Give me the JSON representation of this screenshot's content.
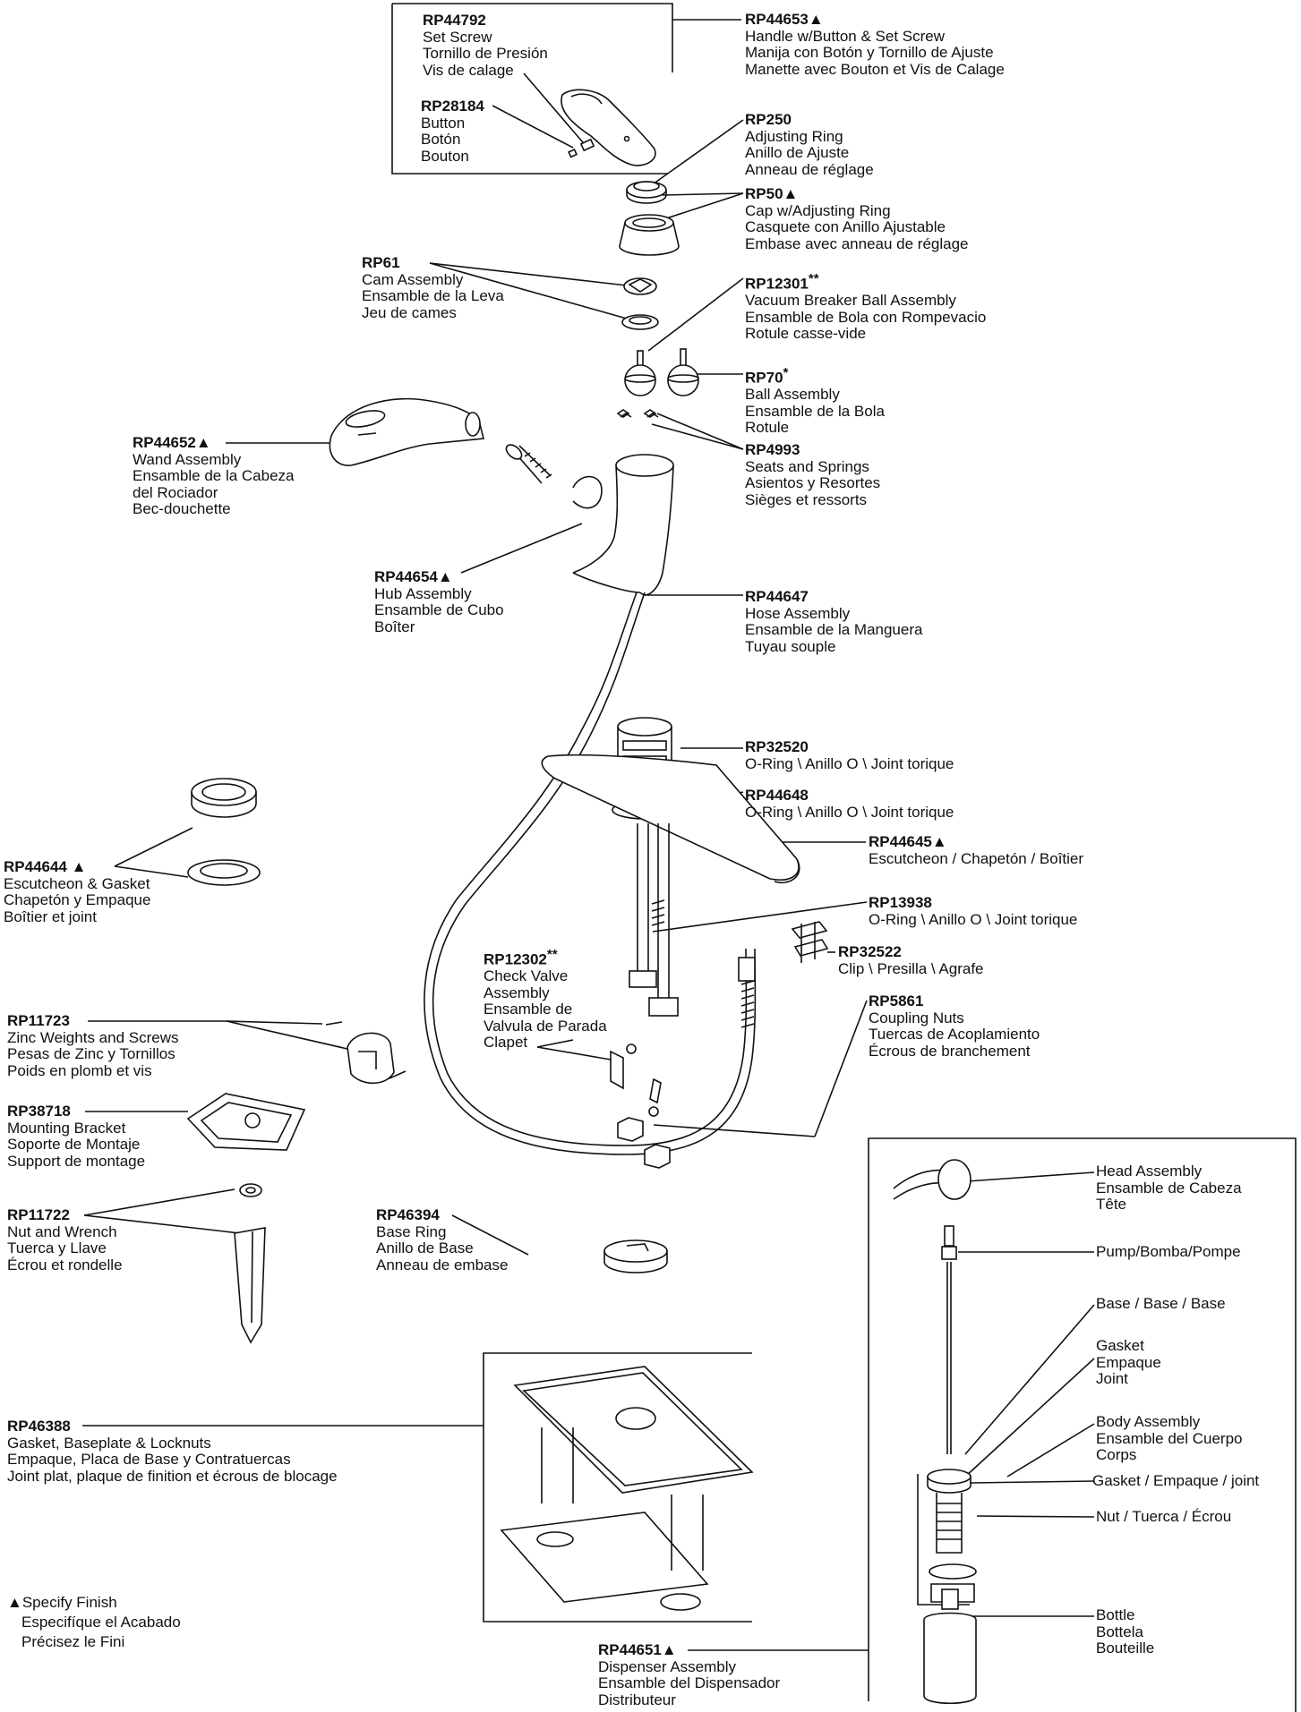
{
  "labels": {
    "rp44792": {
      "pn": "RP44792",
      "l1": "Set Screw",
      "l2": "Tornillo de Presión",
      "l3": "Vis de calage"
    },
    "rp28184": {
      "pn": "RP28184",
      "l1": "Button",
      "l2": "Botón",
      "l3": "Bouton"
    },
    "rp44653": {
      "pn": "RP44653▲",
      "l1": "Handle w/Button & Set Screw",
      "l2": "Manija con Botón y Tornillo de Ajuste",
      "l3": "Manette avec Bouton et Vis de Calage"
    },
    "rp250": {
      "pn": "RP250",
      "l1": "Adjusting Ring",
      "l2": "Anillo de Ajuste",
      "l3": "Anneau de réglage"
    },
    "rp50": {
      "pn": "RP50▲",
      "l1": "Cap w/Adjusting Ring",
      "l2": "Casquete con Anillo Ajustable",
      "l3": "Embase avec anneau de réglage"
    },
    "rp61": {
      "pn": "RP61",
      "l1": "Cam Assembly",
      "l2": "Ensamble de la Leva",
      "l3": "Jeu de cames"
    },
    "rp12301": {
      "pn": "RP12301",
      "mark": "**",
      "l1": "Vacuum Breaker Ball Assembly",
      "l2": "Ensamble de Bola con Rompevacio",
      "l3": "Rotule casse-vide"
    },
    "rp70": {
      "pn": "RP70",
      "mark": "*",
      "l1": "Ball Assembly",
      "l2": "Ensamble de la Bola",
      "l3": "Rotule"
    },
    "rp4993": {
      "pn": "RP4993",
      "l1": "Seats and Springs",
      "l2": "Asientos y Resortes",
      "l3": "Sièges et ressorts"
    },
    "rp44652": {
      "pn": "RP44652▲",
      "l1": "Wand Assembly",
      "l2": "Ensamble de la Cabeza",
      "l3": "del Rociador",
      "l4": "Bec-douchette"
    },
    "rp44654": {
      "pn": "RP44654▲",
      "l1": "Hub Assembly",
      "l2": "Ensamble de Cubo",
      "l3": "Boîter"
    },
    "rp44647": {
      "pn": "RP44647",
      "l1": "Hose Assembly",
      "l2": "Ensamble de la Manguera",
      "l3": "Tuyau souple"
    },
    "rp32520": {
      "pn": "RP32520",
      "l1": "O-Ring \\ Anillo O \\ Joint torique"
    },
    "rp44648": {
      "pn": "RP44648",
      "l1": "O-Ring \\ Anillo O \\ Joint torique"
    },
    "rp44645": {
      "pn": "RP44645▲",
      "l1": "Escutcheon / Chapetón / Boîtier"
    },
    "rp44644": {
      "pn": "RP44644 ▲",
      "l1": "Escutcheon & Gasket",
      "l2": "Chapetón y Empaque",
      "l3": "Boîtier et joint"
    },
    "rp13938": {
      "pn": "RP13938",
      "l1": "O-Ring \\ Anillo O \\ Joint torique"
    },
    "rp32522": {
      "pn": "RP32522",
      "l1": "Clip \\ Presilla \\ Agrafe"
    },
    "rp12302": {
      "pn": "RP12302",
      "mark": "**",
      "l1": "Check Valve",
      "l2": "Assembly",
      "l3": "Ensamble de",
      "l4": "Valvula de Parada",
      "l5": "Clapet"
    },
    "rp5861": {
      "pn": "RP5861",
      "l1": "Coupling Nuts",
      "l2": "Tuercas de Acoplamiento",
      "l3": "Écrous de branchement"
    },
    "rp11723": {
      "pn": "RP11723",
      "l1": "Zinc Weights and Screws",
      "l2": "Pesas de Zinc y Tornillos",
      "l3": "Poids en plomb et vis"
    },
    "rp38718": {
      "pn": "RP38718",
      "l1": "Mounting Bracket",
      "l2": "Soporte de Montaje",
      "l3": "Support de montage"
    },
    "rp11722": {
      "pn": "RP11722",
      "l1": "Nut and Wrench",
      "l2": "Tuerca y Llave",
      "l3": "Écrou et rondelle"
    },
    "rp46394": {
      "pn": "RP46394",
      "l1": "Base Ring",
      "l2": "Anillo de Base",
      "l3": "Anneau de embase"
    },
    "rp46388": {
      "pn": "RP46388",
      "l1": "Gasket, Baseplate & Locknuts",
      "l2": "Empaque, Placa de Base y Contratuercas",
      "l3": "Joint plat, plaque de finition et écrous de blocage"
    },
    "rp44651": {
      "pn": "RP44651▲",
      "l1": "Dispenser Assembly",
      "l2": "Ensamble del Dispensador",
      "l3": "Distributeur"
    },
    "disp_head": {
      "l1": "Head Assembly",
      "l2": "Ensamble de Cabeza",
      "l3": "Tête"
    },
    "disp_pump": {
      "l1": "Pump/Bomba/Pompe"
    },
    "disp_base": {
      "l1": "Base / Base / Base"
    },
    "disp_gasket": {
      "l1": "Gasket",
      "l2": "Empaque",
      "l3": "Joint"
    },
    "disp_body": {
      "l1": "Body Assembly",
      "l2": "Ensamble del Cuerpo",
      "l3": "Corps"
    },
    "disp_gasket2": {
      "l1": "Gasket / Empaque / joint"
    },
    "disp_nut": {
      "l1": "Nut / Tuerca / Écrou"
    },
    "disp_bottle": {
      "l1": "Bottle",
      "l2": "Bottela",
      "l3": "Bouteille"
    }
  },
  "footnote": {
    "l1": "▲Specify Finish",
    "l2": "Especifíque el Acabado",
    "l3": "Précisez le Fini"
  }
}
